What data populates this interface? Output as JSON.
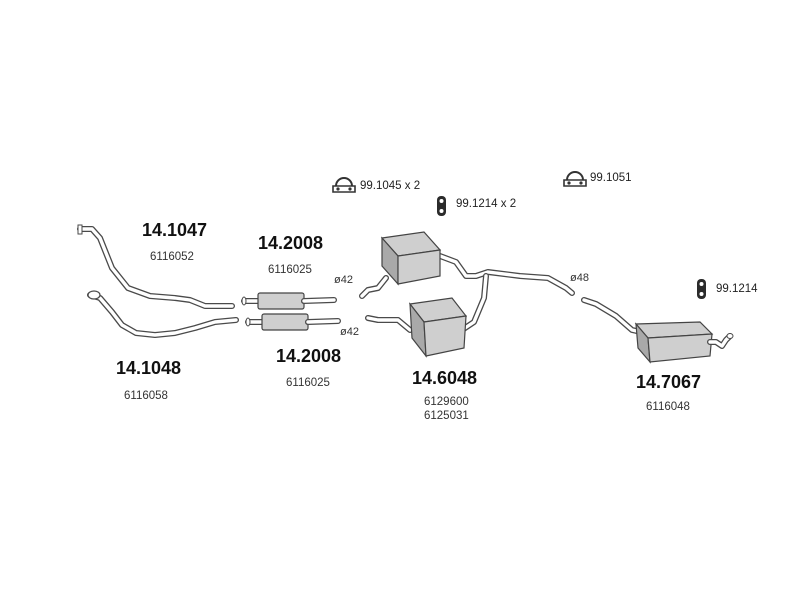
{
  "parts": [
    {
      "id": "front-pipe-upper",
      "number": "14.1047",
      "ref": "6116052"
    },
    {
      "id": "front-pipe-lower",
      "number": "14.1048",
      "ref": "6116058"
    },
    {
      "id": "cat-upper",
      "number": "14.2008",
      "ref": "6116025",
      "diameter": "ø42"
    },
    {
      "id": "cat-lower",
      "number": "14.2008",
      "ref": "6116025",
      "diameter": "ø42"
    },
    {
      "id": "middle-silencer",
      "number": "14.6048",
      "refs": [
        "6129600",
        "6125031"
      ]
    },
    {
      "id": "rear-silencer",
      "number": "14.7067",
      "ref": "6116048",
      "diameter": "ø48"
    }
  ],
  "accessories": [
    {
      "id": "clamp-x2",
      "label": "99.1045 x 2",
      "icon": "clamp-icon"
    },
    {
      "id": "rubber-mount-x2",
      "label": "99.1214 x 2",
      "icon": "rubber-mount-icon"
    },
    {
      "id": "clamp-single",
      "label": "99.1051",
      "icon": "clamp-icon"
    },
    {
      "id": "rubber-mount-single",
      "label": "99.1214",
      "icon": "rubber-mount-icon"
    }
  ],
  "colors": {
    "background": "#ffffff",
    "line": "#4a4a4a",
    "silencer": "#cfcfcf"
  }
}
